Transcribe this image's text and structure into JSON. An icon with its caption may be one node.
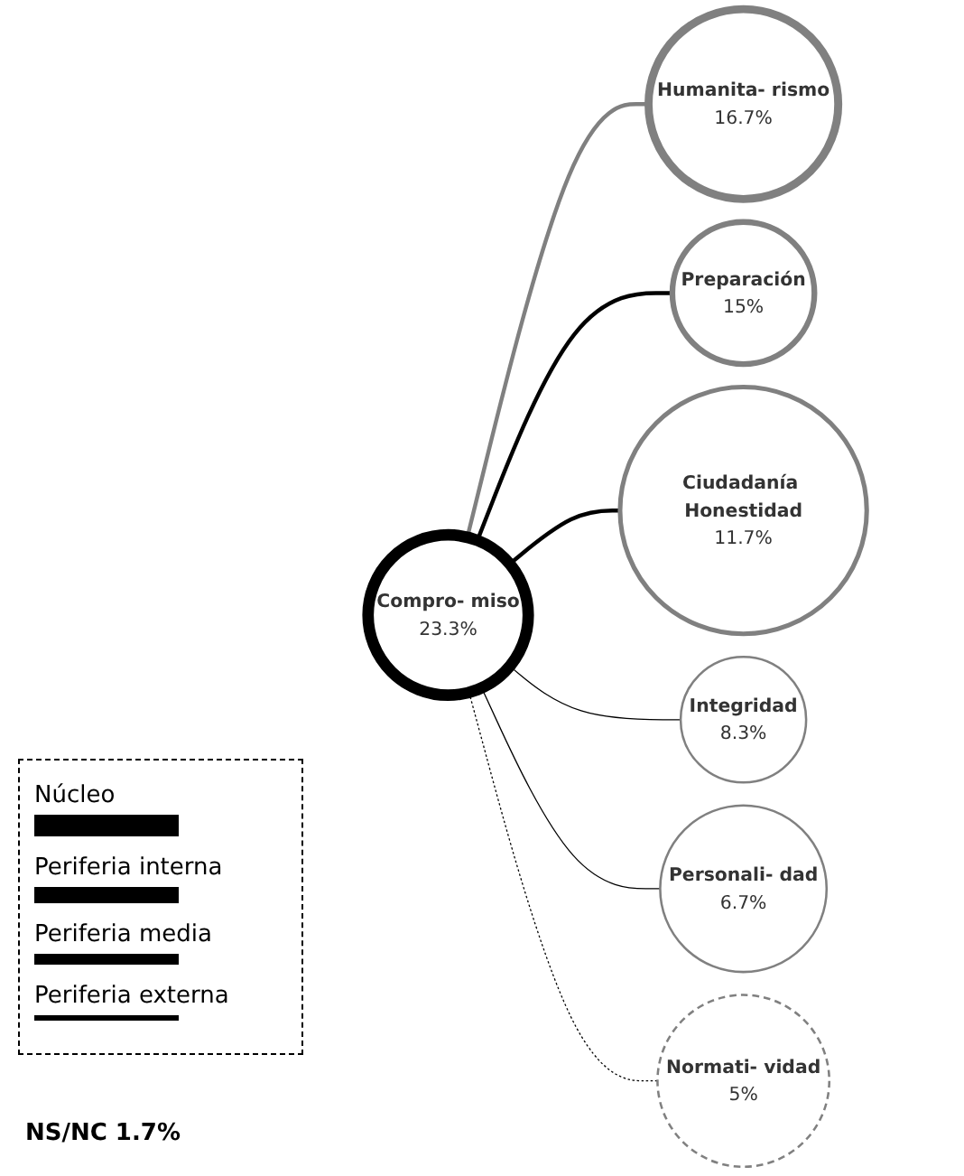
{
  "diagram": {
    "nodes": [
      {
        "text": [
          "Compro- miso",
          "23.3%"
        ]
      },
      {
        "text": [
          "Humanita- rismo",
          "16.7%"
        ]
      },
      {
        "text": [
          "Preparación",
          "15%"
        ]
      },
      {
        "text": [
          "Ciudadanía Honestidad",
          "11.7%"
        ]
      },
      {
        "text": [
          "Integridad",
          "8.3%"
        ]
      },
      {
        "text": [
          "Personali- dad",
          "6.7%"
        ]
      },
      {
        "text": [
          "Normati- vidad",
          "5%"
        ]
      }
    ],
    "edges": [
      {
        "from": 0,
        "to": 1,
        "arrow": "none",
        "style": "thick",
        "color": "#808080"
      },
      {
        "from": 0,
        "to": 2,
        "arrow": "none",
        "style": "thick"
      },
      {
        "from": 0,
        "to": 3,
        "arrow": "none",
        "style": "thick"
      },
      {
        "from": 0,
        "to": 4,
        "arrow": "none"
      },
      {
        "from": 0,
        "to": 5,
        "arrow": "none"
      },
      {
        "from": 0,
        "to": 6,
        "arrow": "none",
        "style": "dashed"
      }
    ],
    "labels": [
      "NS/NC 1.7%"
    ],
    "legend": [
      {
        "text": "Núcleo"
      },
      {
        "text": "Periferia interna"
      },
      {
        "text": "Periferia media"
      },
      {
        "text": "Periferia externa"
      }
    ]
  }
}
